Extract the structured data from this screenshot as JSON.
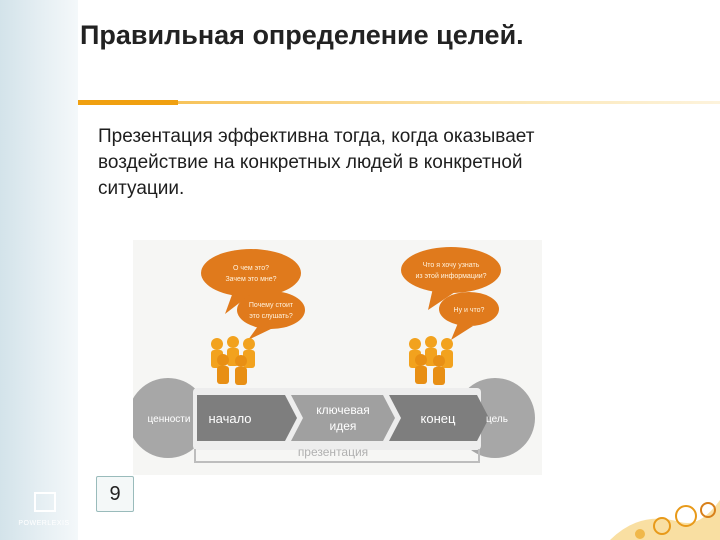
{
  "slide": {
    "title": "Правильная определение целей.",
    "body_lines": [
      "Презентация эффективна тогда, когда оказывает",
      "воздействие на конкретных людей в конкретной",
      "ситуации."
    ],
    "page_number": "9",
    "logo_text": "POWERLEXIS"
  },
  "diagram": {
    "bubbles": [
      {
        "lines": [
          "О чем это?",
          "Зачем это мне?"
        ]
      },
      {
        "lines": [
          "Почему стоит",
          "это слушать?"
        ]
      },
      {
        "lines": [
          "Что я хочу узнать",
          "из этой информации?"
        ]
      },
      {
        "lines": [
          "Ну и что?"
        ]
      }
    ],
    "flow": {
      "left_label": "ценности",
      "start": "начало",
      "middle": [
        "ключевая",
        "идея"
      ],
      "end": "конец",
      "right_label": "цель",
      "caption": "презентация"
    }
  },
  "colors": {
    "accent": "#f0a010",
    "bubble": "#e07a1c",
    "people": "#f2a21e",
    "panel": "#d3e3ea"
  }
}
